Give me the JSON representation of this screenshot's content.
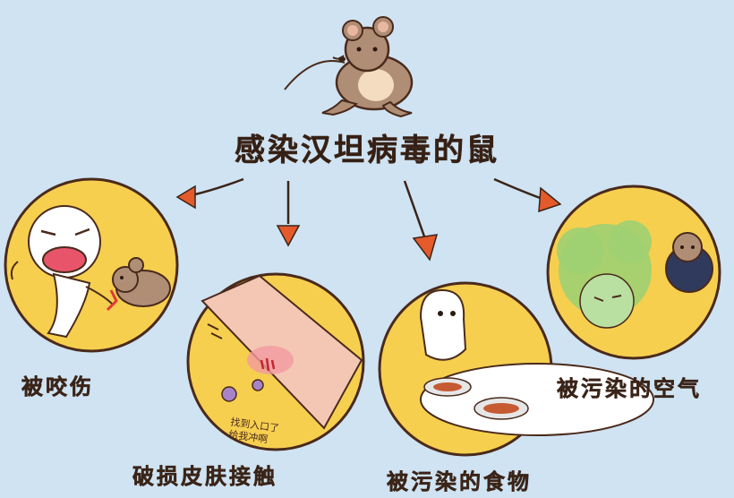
{
  "title": "感染汉坦病毒的鼠",
  "routes": [
    {
      "label": "被咬伤"
    },
    {
      "label": "破损皮肤接触"
    },
    {
      "label": "被污染的食物"
    },
    {
      "label": "被污染的空气"
    }
  ],
  "skin_note": {
    "line1": "找到入口了",
    "line2": "给我冲啊"
  },
  "colors": {
    "background": "#cfe3f2",
    "circle_fill": "#f6cf4f",
    "outline": "#4a2a1c",
    "arrow": "#e55a2b",
    "rat": "#b08e76",
    "wound": "#e03a3a"
  }
}
